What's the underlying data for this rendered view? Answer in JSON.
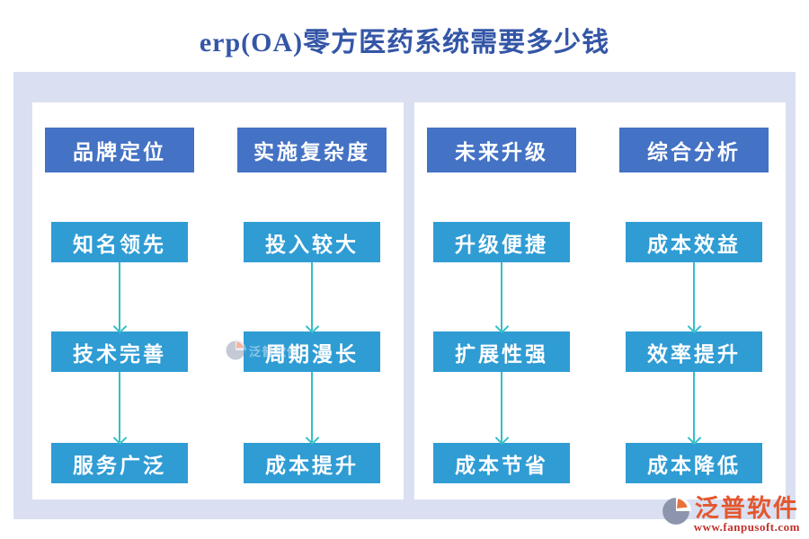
{
  "title": "erp(OA)零方医药系统需要多少钱",
  "colors": {
    "title_text": "#3456A7",
    "board_background": "#DAE0F2",
    "panel_background": "#FFFFFF",
    "header_box": "#4472C4",
    "item_box": "#2F9CD4",
    "arrow": "#33BFC7",
    "box_text": "#FFFFFF",
    "logo_name": "#E4572E",
    "logo_url": "#C2302A"
  },
  "panels": [
    {
      "columns": [
        {
          "header": "品牌定位",
          "items": [
            "知名领先",
            "技术完善",
            "服务广泛"
          ]
        },
        {
          "header": "实施复杂度",
          "items": [
            "投入较大",
            "周期漫长",
            "成本提升"
          ]
        }
      ]
    },
    {
      "columns": [
        {
          "header": "未来升级",
          "items": [
            "升级便捷",
            "扩展性强",
            "成本节省"
          ]
        },
        {
          "header": "综合分析",
          "items": [
            "成本效益",
            "效率提升",
            "成本降低"
          ]
        }
      ]
    }
  ],
  "watermark": {
    "name": "泛普软件"
  },
  "footer_logo": {
    "name": "泛普软件",
    "url": "www.fanpusoft.com"
  }
}
